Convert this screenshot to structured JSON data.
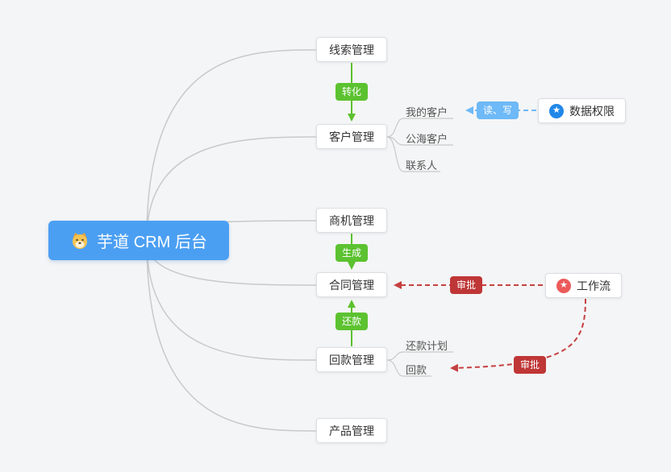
{
  "root": {
    "label": "芋道 CRM 后台",
    "icon": "dog-face",
    "bg_color": "#4b9ff2"
  },
  "nodes": [
    {
      "label": "线索管理"
    },
    {
      "label": "客户管理"
    },
    {
      "label": "商机管理"
    },
    {
      "label": "合同管理"
    },
    {
      "label": "回款管理"
    },
    {
      "label": "产品管理"
    }
  ],
  "customer_children": [
    {
      "label": "我的客户"
    },
    {
      "label": "公海客户"
    },
    {
      "label": "联系人"
    }
  ],
  "receivable_children": [
    {
      "label": "还款计划"
    },
    {
      "label": "回款"
    }
  ],
  "side_nodes": [
    {
      "label": "数据权限",
      "icon": "star",
      "icon_color": "#2188e8"
    },
    {
      "label": "工作流",
      "icon": "star",
      "icon_color": "#ec5a5a"
    }
  ],
  "badges": {
    "convert": {
      "label": "转化",
      "color": "#5cc230"
    },
    "read_write": {
      "label": "读、写",
      "color": "#6eb9f7"
    },
    "generate": {
      "label": "生成",
      "color": "#5cc230"
    },
    "approve_contract": {
      "label": "审批",
      "color": "#bf3636"
    },
    "repay": {
      "label": "还款",
      "color": "#5cc230"
    },
    "approve_receivable": {
      "label": "审批",
      "color": "#bf3636"
    }
  },
  "colors": {
    "background": "#f4f5f6",
    "branch_line": "#c9c9c9",
    "green": "#5cc230",
    "blue": "#6eb9f7",
    "red": "#c54040"
  }
}
